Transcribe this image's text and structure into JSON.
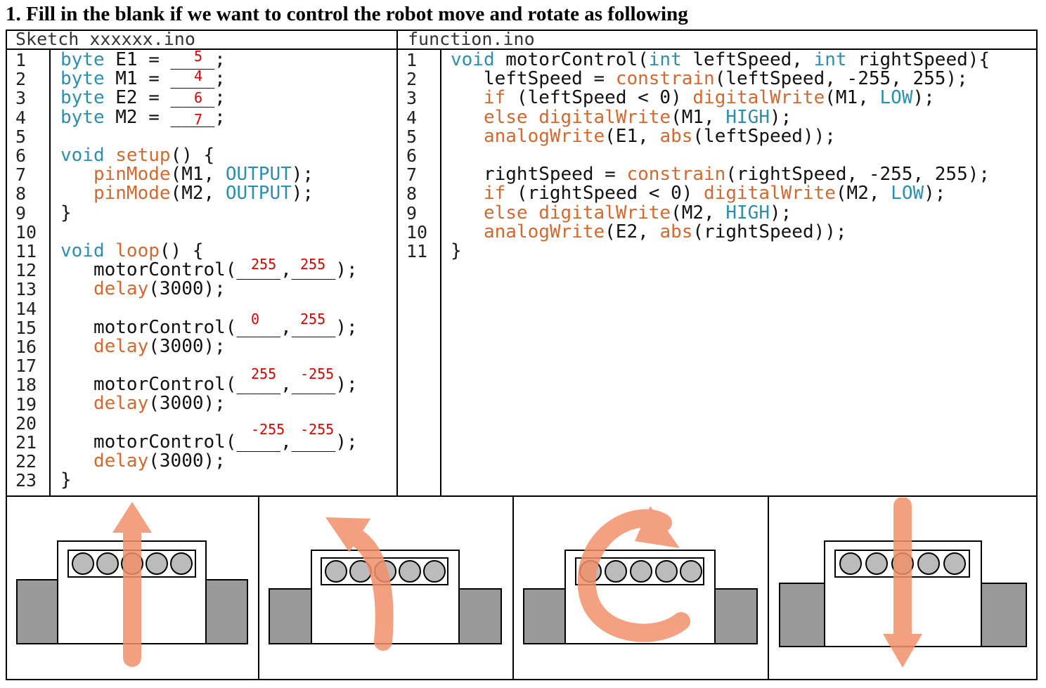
{
  "question": {
    "title": "1. Fill in the blank if we want to control the robot move and rotate as following"
  },
  "left_pane": {
    "filename": "Sketch_xxxxxx.ino",
    "line_numbers": [
      "1",
      "2",
      "3",
      "4",
      "5",
      "6",
      "7",
      "8",
      "9",
      "10",
      "11",
      "12",
      "13",
      "14",
      "15",
      "16",
      "17",
      "18",
      "19",
      "20",
      "21",
      "22",
      "23"
    ],
    "lines": [
      [
        {
          "t": "byte",
          "c": "kw"
        },
        {
          "t": " E1 = ____;"
        }
      ],
      [
        {
          "t": "byte",
          "c": "kw"
        },
        {
          "t": " M1 = ____;"
        }
      ],
      [
        {
          "t": "byte",
          "c": "kw"
        },
        {
          "t": " E2 = ____;"
        }
      ],
      [
        {
          "t": "byte",
          "c": "kw"
        },
        {
          "t": " M2 = ____;"
        }
      ],
      [],
      [
        {
          "t": "void",
          "c": "kw"
        },
        {
          "t": " "
        },
        {
          "t": "setup",
          "c": "fn"
        },
        {
          "t": "() {"
        }
      ],
      [
        {
          "t": "   "
        },
        {
          "t": "pinMode",
          "c": "fn"
        },
        {
          "t": "(M1, "
        },
        {
          "t": "OUTPUT",
          "c": "cst"
        },
        {
          "t": ");"
        }
      ],
      [
        {
          "t": "   "
        },
        {
          "t": "pinMode",
          "c": "fn"
        },
        {
          "t": "(M2, "
        },
        {
          "t": "OUTPUT",
          "c": "cst"
        },
        {
          "t": ");"
        }
      ],
      [
        {
          "t": "}"
        }
      ],
      [],
      [
        {
          "t": "void",
          "c": "kw"
        },
        {
          "t": " "
        },
        {
          "t": "loop",
          "c": "fn"
        },
        {
          "t": "() {"
        }
      ],
      [
        {
          "t": "   motorControl(____,____);"
        }
      ],
      [
        {
          "t": "   "
        },
        {
          "t": "delay",
          "c": "fn"
        },
        {
          "t": "(3000);"
        }
      ],
      [],
      [
        {
          "t": "   motorControl(____,____);"
        }
      ],
      [
        {
          "t": "   "
        },
        {
          "t": "delay",
          "c": "fn"
        },
        {
          "t": "(3000);"
        }
      ],
      [],
      [
        {
          "t": "   motorControl(____,____);"
        }
      ],
      [
        {
          "t": "   "
        },
        {
          "t": "delay",
          "c": "fn"
        },
        {
          "t": "(3000);"
        }
      ],
      [],
      [
        {
          "t": "   motorControl(____,____);"
        }
      ],
      [
        {
          "t": "   "
        },
        {
          "t": "delay",
          "c": "fn"
        },
        {
          "t": "(3000);"
        }
      ],
      [
        {
          "t": "}"
        }
      ]
    ]
  },
  "right_pane": {
    "filename": "function.ino",
    "line_numbers": [
      "1",
      "2",
      "3",
      "4",
      "5",
      "6",
      "7",
      "8",
      "9",
      "10",
      "11"
    ],
    "lines": [
      [
        {
          "t": "void",
          "c": "kw"
        },
        {
          "t": " motorControl("
        },
        {
          "t": "int",
          "c": "kw"
        },
        {
          "t": " leftSpeed, "
        },
        {
          "t": "int",
          "c": "kw"
        },
        {
          "t": " rightSpeed){"
        }
      ],
      [
        {
          "t": "   leftSpeed = "
        },
        {
          "t": "constrain",
          "c": "fn"
        },
        {
          "t": "(leftSpeed, -255, 255);"
        }
      ],
      [
        {
          "t": "   "
        },
        {
          "t": "if",
          "c": "fn"
        },
        {
          "t": " (leftSpeed < 0) "
        },
        {
          "t": "digitalWrite",
          "c": "fn"
        },
        {
          "t": "(M1, "
        },
        {
          "t": "LOW",
          "c": "cst"
        },
        {
          "t": ");"
        }
      ],
      [
        {
          "t": "   "
        },
        {
          "t": "else",
          "c": "fn"
        },
        {
          "t": " "
        },
        {
          "t": "digitalWrite",
          "c": "fn"
        },
        {
          "t": "(M1, "
        },
        {
          "t": "HIGH",
          "c": "cst"
        },
        {
          "t": ");"
        }
      ],
      [
        {
          "t": "   "
        },
        {
          "t": "analogWrite",
          "c": "fn"
        },
        {
          "t": "(E1, "
        },
        {
          "t": "abs",
          "c": "fn"
        },
        {
          "t": "(leftSpeed));"
        }
      ],
      [],
      [
        {
          "t": "   rightSpeed = "
        },
        {
          "t": "constrain",
          "c": "fn"
        },
        {
          "t": "(rightSpeed, -255, 255);"
        }
      ],
      [
        {
          "t": "   "
        },
        {
          "t": "if",
          "c": "fn"
        },
        {
          "t": " (rightSpeed < 0) "
        },
        {
          "t": "digitalWrite",
          "c": "fn"
        },
        {
          "t": "(M2, "
        },
        {
          "t": "LOW",
          "c": "cst"
        },
        {
          "t": ");"
        }
      ],
      [
        {
          "t": "   "
        },
        {
          "t": "else",
          "c": "fn"
        },
        {
          "t": " "
        },
        {
          "t": "digitalWrite",
          "c": "fn"
        },
        {
          "t": "(M2, "
        },
        {
          "t": "HIGH",
          "c": "cst"
        },
        {
          "t": ");"
        }
      ],
      [
        {
          "t": "   "
        },
        {
          "t": "analogWrite",
          "c": "fn"
        },
        {
          "t": "(E2, "
        },
        {
          "t": "abs",
          "c": "fn"
        },
        {
          "t": "(rightSpeed));"
        }
      ],
      [
        {
          "t": "}"
        }
      ]
    ]
  },
  "answers": {
    "E1": "5",
    "M1": "4",
    "E2": "6",
    "M2": "7",
    "call1_left": "255",
    "call1_right": "255",
    "call2_left": "0",
    "call2_right": "255",
    "call3_left": "255",
    "call3_right": "-255",
    "call4_left": "-255",
    "call4_right": "-255"
  },
  "robot_panels": [
    {
      "motion": "forward",
      "arrow_icon": "straight-up-arrow-icon"
    },
    {
      "motion": "turn-left",
      "arrow_icon": "curved-left-arrow-icon"
    },
    {
      "motion": "rotate-clockwise",
      "arrow_icon": "circular-clockwise-arrow-icon"
    },
    {
      "motion": "backward",
      "arrow_icon": "straight-down-arrow-icon"
    }
  ],
  "colors": {
    "keyword": "#2c8fb2",
    "function": "#d5682e",
    "answer": "#e00000",
    "arrow": "#f2906b",
    "wheel": "#999999"
  }
}
